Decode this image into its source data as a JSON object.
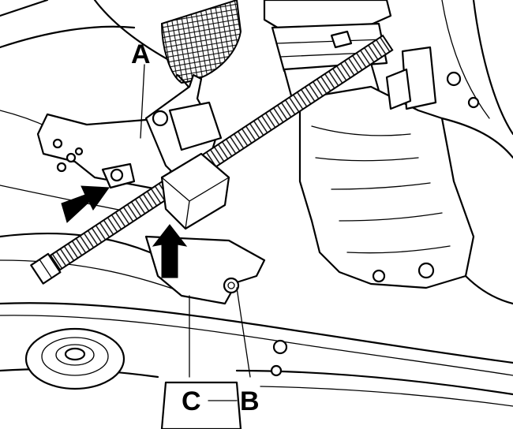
{
  "figure": {
    "callouts": [
      {
        "id": "A",
        "text": "A"
      },
      {
        "id": "B",
        "text": "B"
      },
      {
        "id": "C",
        "text": "C"
      }
    ],
    "arrow_color": "#000000",
    "line_color": "#000000",
    "background": "#ffffff"
  }
}
